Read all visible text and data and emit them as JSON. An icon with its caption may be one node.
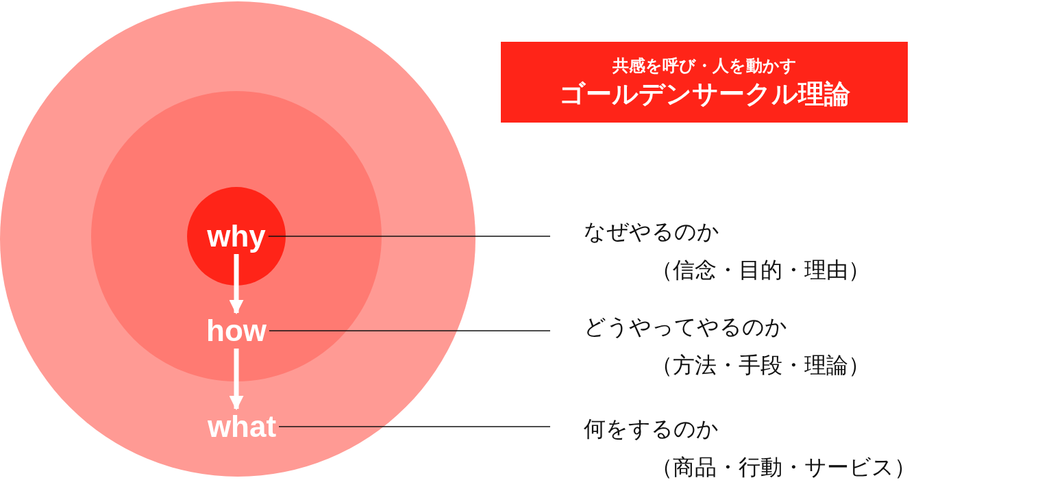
{
  "diagram": {
    "nodes": [
      {
        "text": [
          "共感を呼び・人を動かす",
          "ゴールデンサークル理論"
        ]
      },
      {
        "text": [],
        "shape": "circle"
      },
      {
        "text": [],
        "shape": "circle",
        "in": 1
      },
      {
        "text": [],
        "shape": "circle",
        "in": 2
      },
      {
        "text": [
          "why"
        ],
        "in": 3
      },
      {
        "text": [
          "how"
        ],
        "in": 2
      },
      {
        "text": [
          "what"
        ],
        "in": 1
      },
      {
        "text": [
          "なぜやるのか",
          "（信念・目的・理由）"
        ]
      },
      {
        "text": [
          "どうやってやるのか",
          "（方法・手段・理論）"
        ]
      },
      {
        "text": [
          "何をするのか",
          "（商品・行動・サービス）"
        ]
      }
    ],
    "edges": [
      {
        "from": 4,
        "to": 5,
        "arrow": "to",
        "color": "#ffffff",
        "style": "thick"
      },
      {
        "from": 5,
        "to": 6,
        "arrow": "to",
        "color": "#ffffff",
        "style": "thick"
      },
      {
        "from": 4,
        "to": 7,
        "arrow": "none"
      },
      {
        "from": 5,
        "to": 8,
        "arrow": "none"
      },
      {
        "from": 6,
        "to": 9,
        "arrow": "none"
      }
    ]
  }
}
